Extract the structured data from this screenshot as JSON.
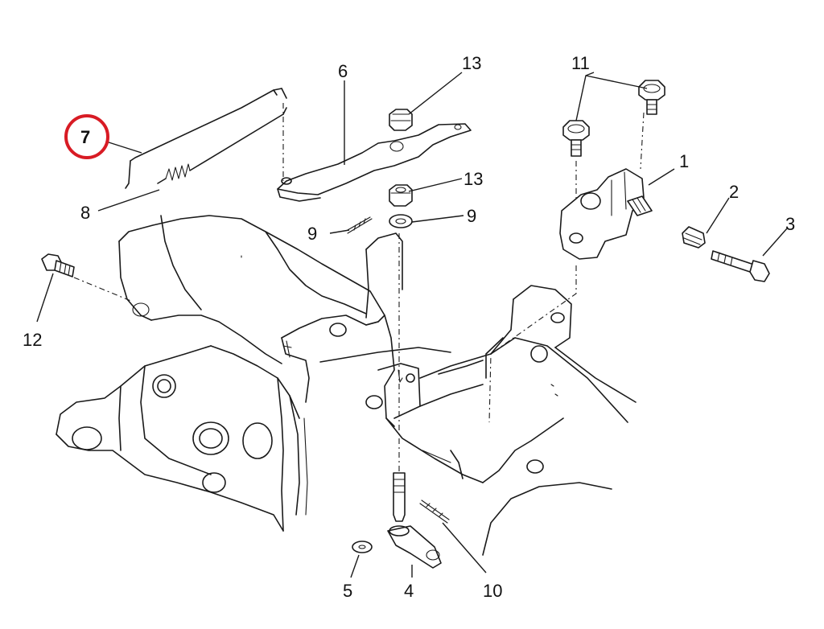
{
  "diagram": {
    "callouts": {
      "c1": "1",
      "c2": "2",
      "c3": "3",
      "c4": "4",
      "c5": "5",
      "c6": "6",
      "c7": "7",
      "c8": "8",
      "c9a": "9",
      "c9b": "9",
      "c10": "10",
      "c11": "11",
      "c12": "12",
      "c13a": "13",
      "c13b": "13"
    },
    "highlight": {
      "callout": "7",
      "color": "#d81b24"
    },
    "line_color": "#1a1a1a",
    "background": "#ffffff"
  }
}
